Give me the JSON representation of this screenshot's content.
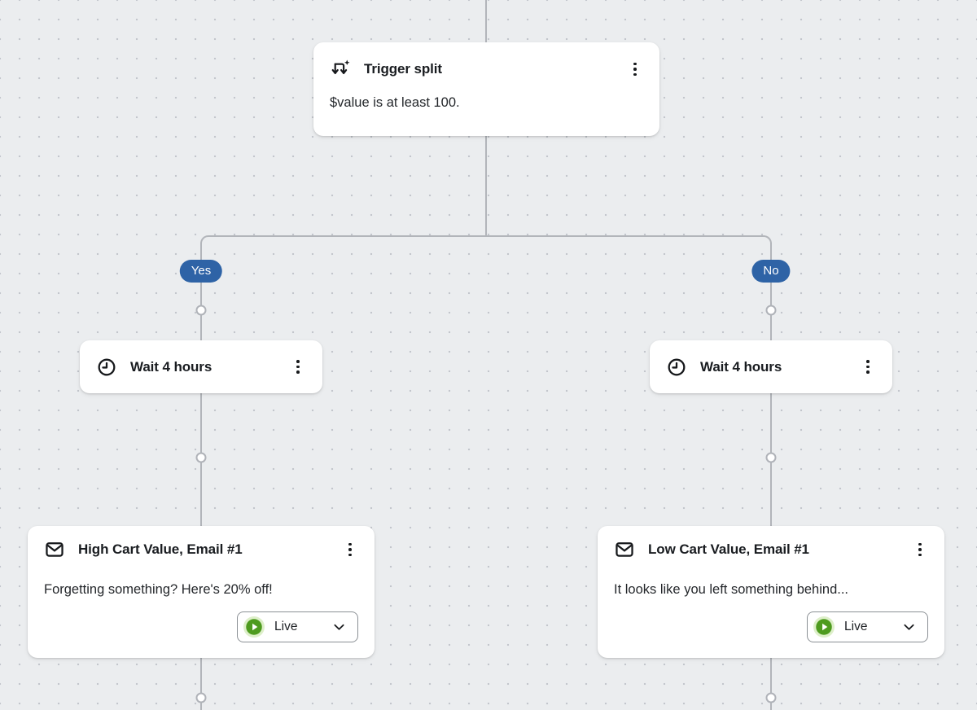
{
  "canvas": {
    "background": "#ebedef",
    "connector_color": "#b2b5ba",
    "grid_dot_color": "#c3c6cc"
  },
  "colors": {
    "branch_pill_blue": "#2e63a6",
    "live_green": "#4e9b1f",
    "live_green_halo": "#ddefc9"
  },
  "trigger": {
    "icon": "split-arrows-icon",
    "title": "Trigger split",
    "description": "$value is at least 100.",
    "menu_icon": "kebab-menu-icon"
  },
  "branches": {
    "yes_label": "Yes",
    "no_label": "No"
  },
  "yes_branch": {
    "wait": {
      "icon": "clock-icon",
      "title": "Wait 4 hours"
    },
    "email": {
      "icon": "envelope-icon",
      "title": "High Cart Value, Email #1",
      "subject": "Forgetting something? Here's 20% off!",
      "status_label": "Live",
      "status_icon": "play-icon",
      "dropdown_icon": "chevron-down-icon"
    }
  },
  "no_branch": {
    "wait": {
      "icon": "clock-icon",
      "title": "Wait 4 hours"
    },
    "email": {
      "icon": "envelope-icon",
      "title": "Low Cart Value, Email #1",
      "subject": "It looks like you left something behind...",
      "status_label": "Live",
      "status_icon": "play-icon",
      "dropdown_icon": "chevron-down-icon"
    }
  }
}
